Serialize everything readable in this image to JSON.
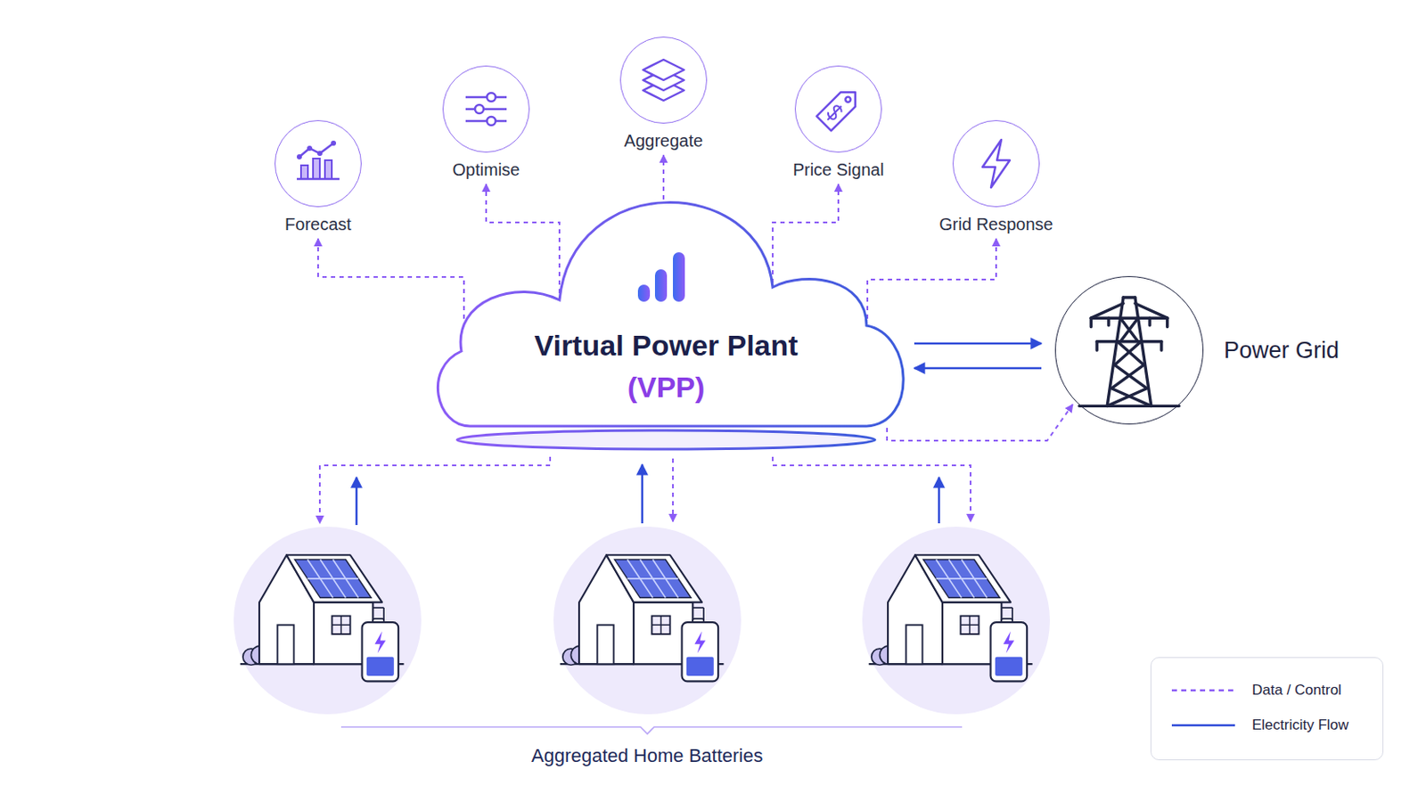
{
  "diagram": {
    "nodes": [
      {
        "text": [
          "Virtual Power Plant",
          "(VPP)"
        ]
      },
      {
        "text": [
          "Forecast"
        ]
      },
      {
        "text": [
          "Optimise"
        ]
      },
      {
        "text": [
          "Aggregate"
        ]
      },
      {
        "text": [
          "Price Signal"
        ]
      },
      {
        "text": [
          "Grid Response"
        ]
      },
      {
        "text": [
          "Power Grid"
        ]
      }
    ],
    "edges": [
      {
        "from": 0,
        "to": 1,
        "arrow": "to"
      },
      {
        "from": 0,
        "to": 2,
        "arrow": "to"
      },
      {
        "from": 0,
        "to": 3,
        "arrow": "to"
      },
      {
        "from": 0,
        "to": 4,
        "arrow": "to"
      },
      {
        "from": 0,
        "to": 5,
        "arrow": "to"
      },
      {
        "from": 0,
        "to": 6,
        "arrow": "to"
      },
      {
        "from": 6,
        "to": 0,
        "arrow": "to"
      },
      {
        "from": 0,
        "to": 6,
        "arrow": "to"
      }
    ],
    "labels": [
      "Aggregated Home Batteries"
    ],
    "legend": [
      {
        "text": "Data / Control"
      },
      {
        "text": "Electricity Flow"
      }
    ]
  }
}
